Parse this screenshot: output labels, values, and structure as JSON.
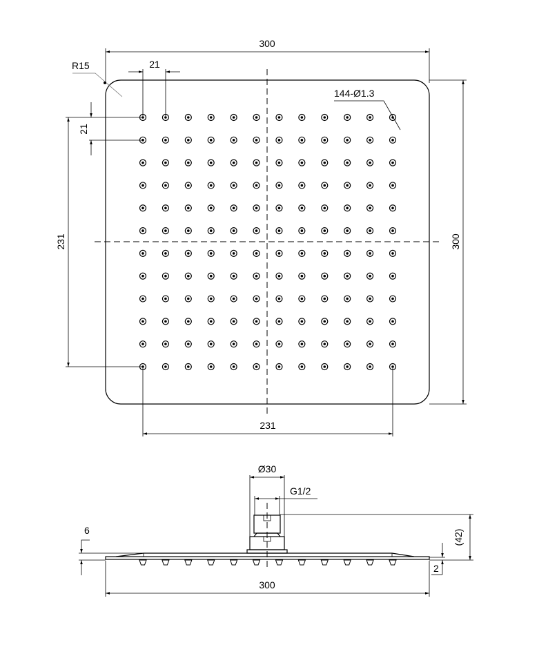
{
  "drawing": {
    "top_view": {
      "overall_width": "300",
      "overall_height": "300",
      "corner_radius": "R15",
      "nozzle_spacing_x": "21",
      "nozzle_spacing_y": "21",
      "nozzle_note": "144-Ø1.3",
      "nozzle_span_x": "231",
      "nozzle_span_y": "231",
      "grid_rows": 12,
      "grid_cols": 12
    },
    "side_view": {
      "fitting_diameter": "Ø30",
      "thread": "G1/2",
      "overall_height": "(42)",
      "plate_thickness": "6",
      "edge_thickness": "2",
      "overall_width": "300"
    }
  }
}
